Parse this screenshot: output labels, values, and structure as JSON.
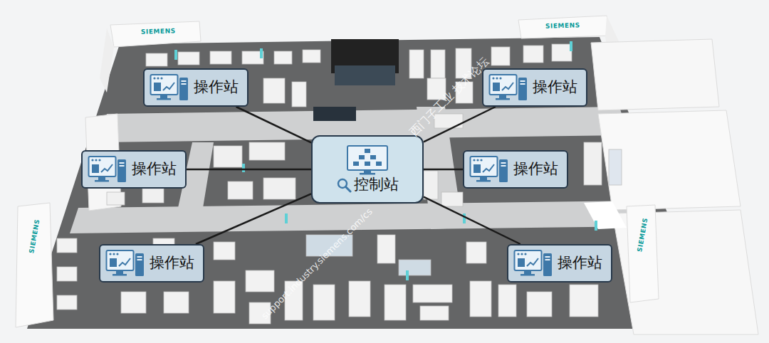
{
  "diagram": {
    "nodes": [
      {
        "text": [
          "操作站"
        ]
      },
      {
        "text": [
          "操作站"
        ]
      },
      {
        "text": [
          "操作站"
        ]
      },
      {
        "text": [
          "控制站"
        ]
      },
      {
        "text": [
          "操作站"
        ]
      },
      {
        "text": [
          "操作站"
        ]
      },
      {
        "text": [
          "操作站"
        ]
      }
    ],
    "edges": [
      {
        "from": 3,
        "to": 0,
        "arrow": "none"
      },
      {
        "from": 3,
        "to": 1,
        "arrow": "none"
      },
      {
        "from": 3,
        "to": 2,
        "arrow": "none"
      },
      {
        "from": 3,
        "to": 4,
        "arrow": "none"
      },
      {
        "from": 3,
        "to": 5,
        "arrow": "none"
      },
      {
        "from": 3,
        "to": 6,
        "arrow": "none"
      }
    ],
    "labels": [
      "SIEMENS",
      "SIEMENS",
      "SIEMENS",
      "SIEMENS",
      "西门子工业 技术论坛",
      "support.industry.siemens.com/cs"
    ]
  }
}
